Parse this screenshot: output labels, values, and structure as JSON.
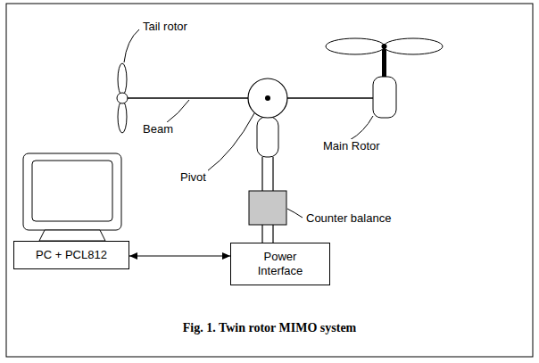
{
  "diagram": {
    "caption": "Fig. 1. Twin rotor MIMO system",
    "nodes": [
      {
        "text": [
          "PC + PCL812"
        ]
      },
      {
        "text": [
          "Power Interface"
        ]
      }
    ],
    "edges": [
      {
        "from": 0,
        "to": 1,
        "arrow": "both"
      }
    ],
    "labels": [
      "Tail rotor",
      "Beam",
      "Pivot",
      "Main Rotor",
      "Counter balance"
    ]
  }
}
